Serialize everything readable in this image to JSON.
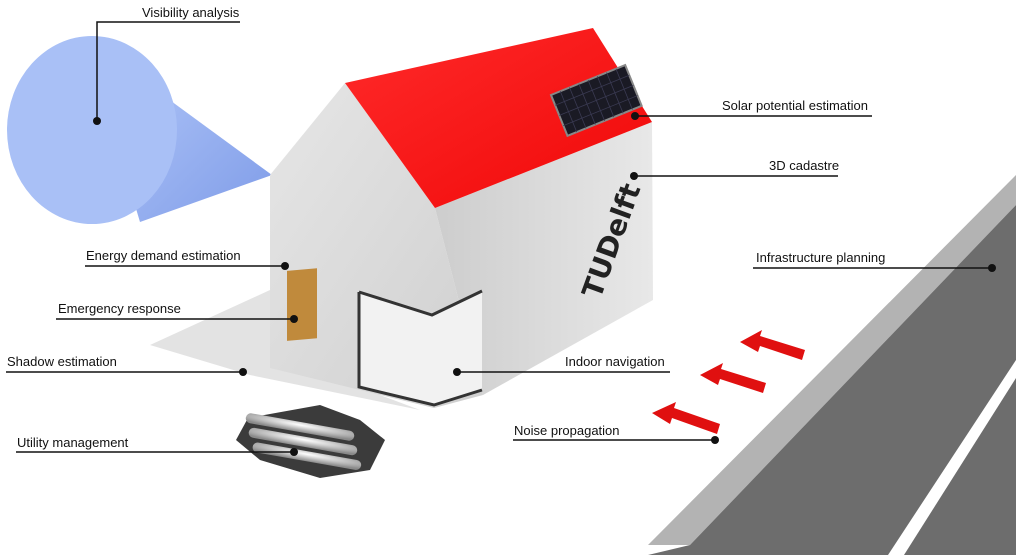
{
  "labels": {
    "visibility": "Visibility analysis",
    "solar": "Solar potential estimation",
    "cadastre": "3D cadastre",
    "energy": "Energy demand estimation",
    "infrastructure": "Infrastructure planning",
    "emergency": "Emergency response",
    "shadow": "Shadow estimation",
    "indoor": "Indoor navigation",
    "noise": "Noise propagation",
    "utility": "Utility management"
  },
  "logo": {
    "text": "TUDelft"
  },
  "colors": {
    "roof": "#ff1a1a",
    "wall": "#d4d4d4",
    "cone": "#9ab4f2",
    "road": "#6e6e6e",
    "curb": "#b9b9b9",
    "door": "#c08a3c",
    "arrow": "#e01010"
  }
}
